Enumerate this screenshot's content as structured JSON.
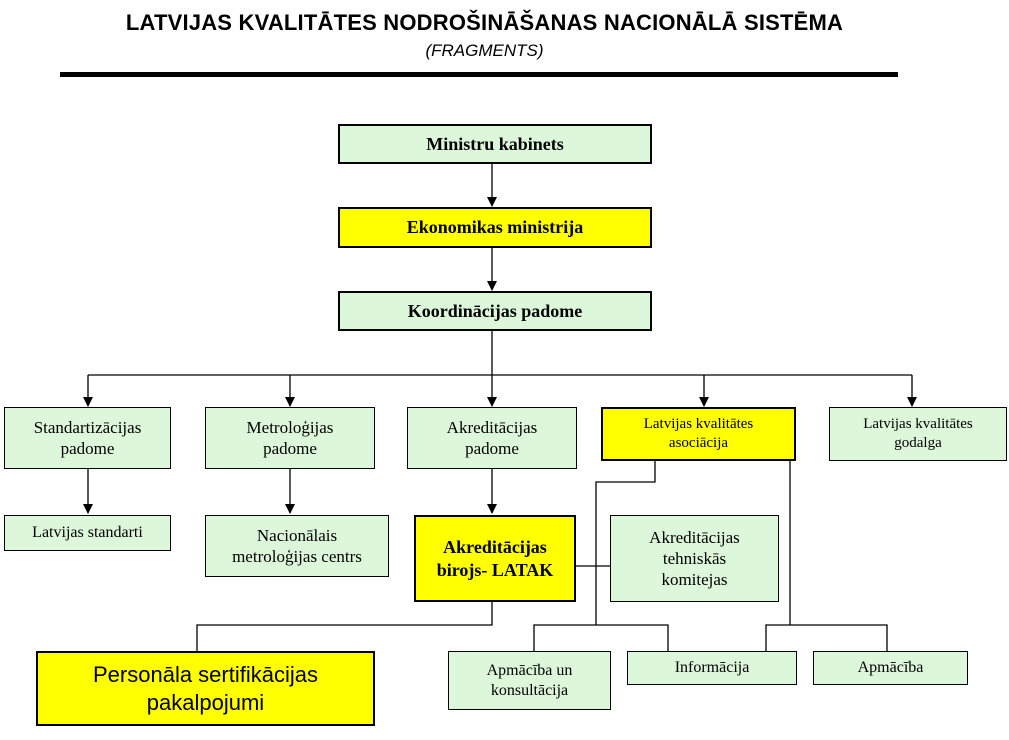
{
  "title": {
    "main": "LATVIJAS KVALITĀTES NODROŠINĀŠANAS NACIONĀLĀ SISTĒMA",
    "sub": "(FRAGMENTS)"
  },
  "nodes": {
    "ministru_kabinets": "Ministru kabinets",
    "ekonomikas_ministrija": "Ekonomikas ministrija",
    "koordinacijas_padome": "Koordinācijas padome",
    "standartizacijas_padome": "Standartizācijas padome",
    "metrologijas_padome": "Metroloģijas padome",
    "akreditacijas_padome": "Akreditācijas padome",
    "kvalitates_asociacija": "Latvijas kvalitātes asociācija",
    "kvalitates_godalga": "Latvijas kvalitātes godalga",
    "latvijas_standarti": "Latvijas standarti",
    "nacionalais_centrs": "Nacionālais metroloģijas centrs",
    "akreditacijas_birojs": "Akreditācijas birojs- LATAK",
    "tehniskas_komitejas": "Akreditācijas tehniskās komitejas",
    "personala_sertifikacija": "Personāla sertifikācijas pakalpojumi",
    "apmaciba_konsultacija": "Apmācība un konsultācija",
    "informacija": "Informācija",
    "apmaciba": "Apmācība"
  },
  "colors": {
    "green": "#dcf7d9",
    "yellow": "#ffff00",
    "border": "#000000"
  }
}
